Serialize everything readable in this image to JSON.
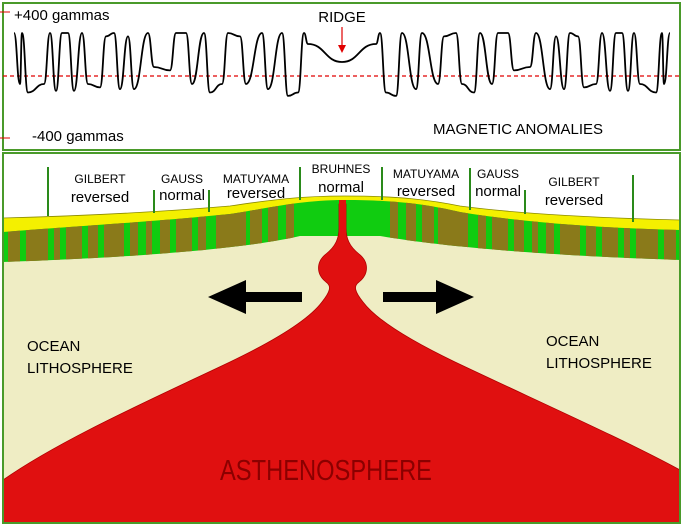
{
  "anomaly_panel": {
    "scale_top": "+400 gammas",
    "scale_bottom": "-400 gammas",
    "ridge_label": "RIDGE",
    "title": "MAGNETIC ANOMALIES"
  },
  "polarity_zones": {
    "left": [
      {
        "name": "GILBERT",
        "state": "reversed"
      },
      {
        "name": "GAUSS",
        "state": "normal"
      },
      {
        "name": "MATUYAMA",
        "state": "reversed"
      }
    ],
    "center": {
      "name": "BRUHNES",
      "state": "normal"
    },
    "right": [
      {
        "name": "MATUYAMA",
        "state": "reversed"
      },
      {
        "name": "GAUSS",
        "state": "normal"
      },
      {
        "name": "GILBERT",
        "state": "reversed"
      }
    ]
  },
  "cross_section": {
    "left_plate_line1": "OCEAN",
    "left_plate_line2": "LITHOSPHERE",
    "right_plate_line1": "OCEAN",
    "right_plate_line2": "LITHOSPHERE",
    "mantle_label": "ASTHENOSPHERE"
  },
  "colors": {
    "frame": "#4a9a2a",
    "magma": "#e01010",
    "lithosphere": "#efedc4",
    "sediment": "#f4f000",
    "crust_green": "#10cc10",
    "crust_brown": "#8a7a1a",
    "anomaly_line": "#000000",
    "baseline": "#e00000",
    "arrow": "#000000"
  }
}
